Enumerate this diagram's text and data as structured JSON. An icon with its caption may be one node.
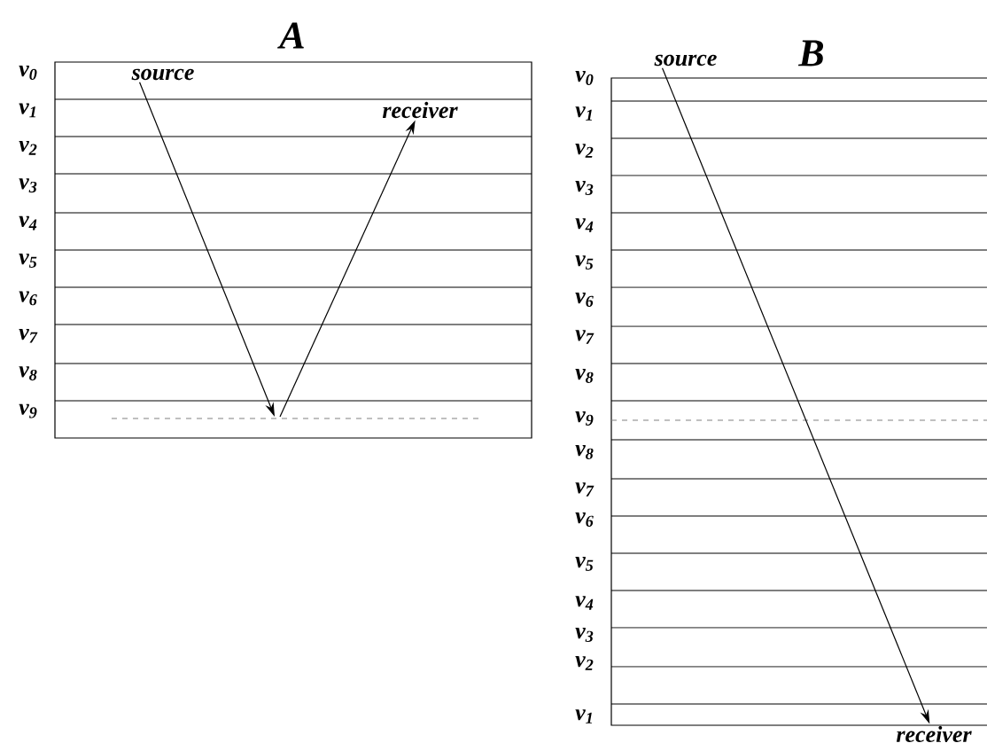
{
  "diagram": {
    "nodes": [
      {
        "text": [
          "source"
        ]
      },
      {
        "text": [
          "receiver"
        ]
      },
      {
        "text": [
          "source"
        ]
      },
      {
        "text": [
          "receiver"
        ]
      }
    ],
    "edges": [
      {
        "from": 0,
        "to": null,
        "arrow": "to"
      },
      {
        "from": null,
        "to": 1,
        "arrow": "to"
      },
      {
        "from": 2,
        "to": 3,
        "arrow": "to"
      }
    ],
    "labels": [
      "A",
      "v$_{0}$",
      "v$_{1}$",
      "v$_{2}$",
      "v$_{3}$",
      "v$_{4}$",
      "v$_{5}$",
      "v$_{6}$",
      "v$_{7}$",
      "v$_{8}$",
      "v$_{9}$",
      "B",
      "v$_{0}$",
      "v$_{1}$",
      "v$_{2}$",
      "v$_{3}$",
      "v$_{4}$",
      "v$_{5}$",
      "v$_{6}$",
      "v$_{7}$",
      "v$_{8}$",
      "v$_{9}$",
      "v$_{8}$",
      "v$_{7}$",
      "v$_{6}$",
      "v$_{5}$",
      "v$_{4}$",
      "v$_{3}$",
      "v$_{2}$",
      "v$_{1}$"
    ]
  }
}
